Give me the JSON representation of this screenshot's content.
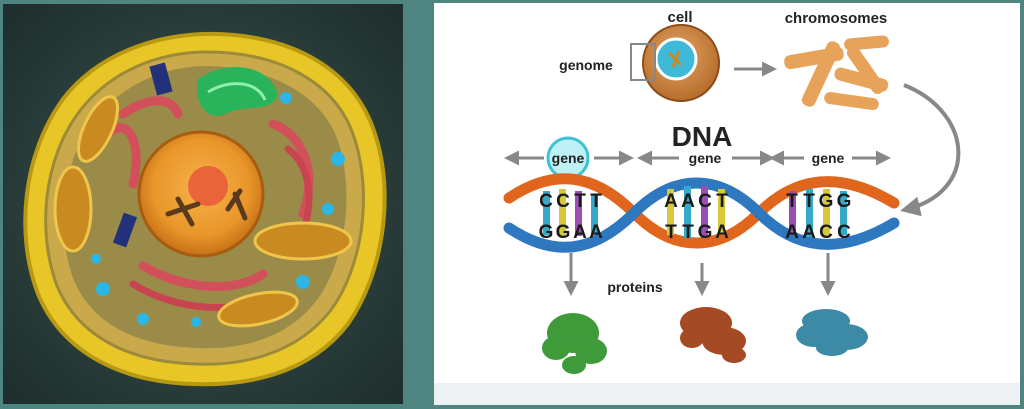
{
  "labels": {
    "cell": "cell",
    "chromosomes": "chromosomes",
    "genome": "genome",
    "dna": "DNA",
    "gene": "gene",
    "proteins": "proteins"
  },
  "dna_sequences": {
    "top": [
      [
        "C",
        "C",
        "T",
        "T"
      ],
      [
        "A",
        "A",
        "C",
        "T"
      ],
      [
        "T",
        "T",
        "G",
        "G"
      ]
    ],
    "bottom": [
      [
        "G",
        "G",
        "A",
        "A"
      ],
      [
        "T",
        "T",
        "G",
        "A"
      ],
      [
        "A",
        "A",
        "C",
        "C"
      ]
    ]
  },
  "colors": {
    "background": "#4f8580",
    "strand_orange": "#e0661e",
    "strand_blue": "#2e78c0",
    "protein_green": "#3f9a3a",
    "protein_brown": "#a44a24",
    "protein_teal": "#3d8aa6",
    "chromosome": "#e8a35a"
  }
}
